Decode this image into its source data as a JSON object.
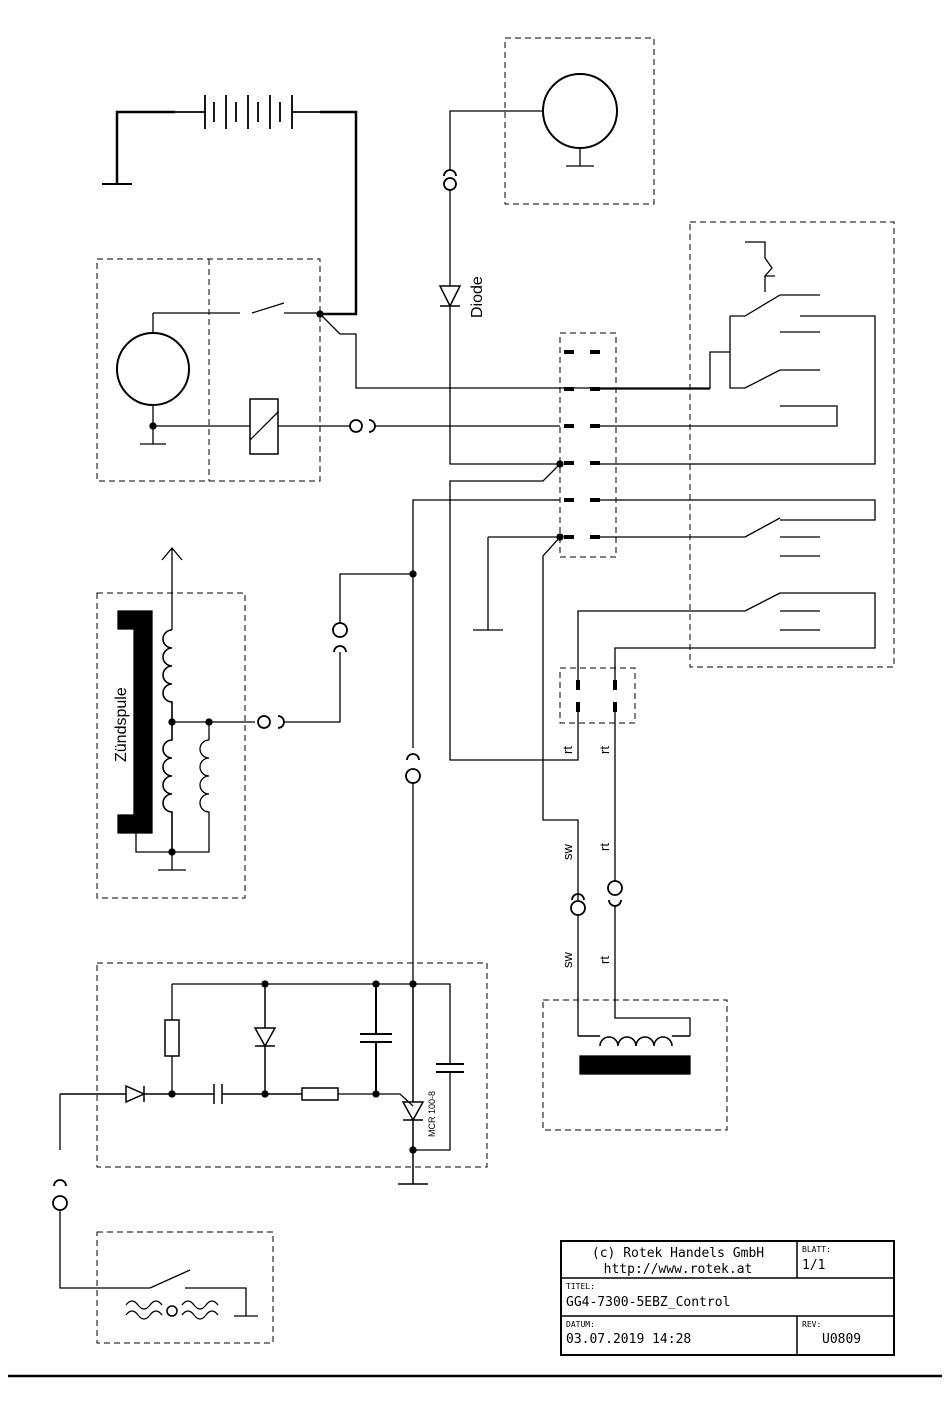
{
  "labels": {
    "diode": "Diode",
    "ignition_coil": "Zündspule",
    "thyristor": "MCR 100-8",
    "wire_rt": "rt",
    "wire_sw": "sw"
  },
  "title_block": {
    "company": "(c) Rotek Handels GmbH",
    "url": "http://www.rotek.at",
    "sheet_label": "BLATT:",
    "sheet_value": "1/1",
    "title_label": "TITEL:",
    "title_value": "GG4-7300-5EBZ_Control",
    "date_label": "DATUM:",
    "date_value": "03.07.2019 14:28",
    "rev_label": "REV:",
    "rev_value": "U0809"
  },
  "colors": {
    "ink": "#000000",
    "background": "#ffffff"
  }
}
